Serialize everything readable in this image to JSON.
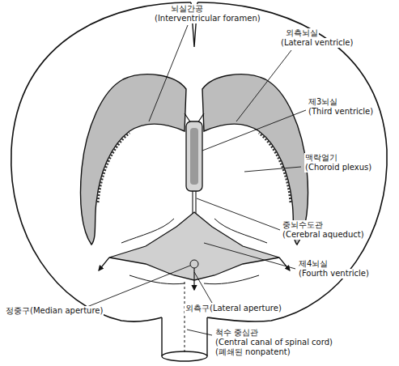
{
  "diagram": {
    "labels": [
      "뇌실간공",
      "(Interventricular foramen)",
      "외측뇌실",
      "(Lateral ventricle)",
      "제3뇌실",
      "(Third ventricle)",
      "맥락얼기",
      "(Choroid plexus)",
      "중뇌수도관",
      "(Cerebral aqueduct)",
      "제4뇌실",
      "(Fourth ventricle)",
      "외측구(Lateral aperture)",
      "정중구(Median aperture)",
      "척수 중심관",
      "(Central canal of spinal cord)",
      "(폐쇄된 nonpatent)"
    ]
  }
}
